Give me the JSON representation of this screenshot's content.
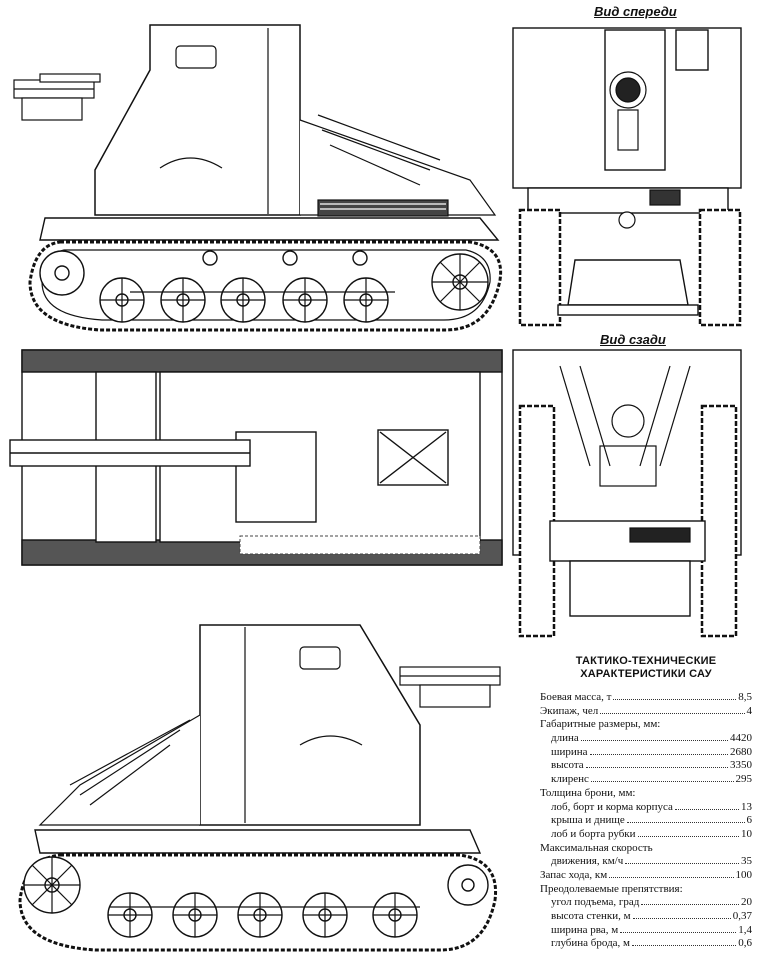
{
  "captions": {
    "front": "Вид спереди",
    "rear": "Вид сзади"
  },
  "spec": {
    "title_line1": "ТАКТИКО-ТЕХНИЧЕСКИЕ",
    "title_line2": "ХАРАКТЕРИСТИКИ САУ",
    "rows": [
      {
        "label": "Боевая масса, т",
        "value": "8,5",
        "indent": 0
      },
      {
        "label": "Экипаж, чел",
        "value": "4",
        "indent": 0
      },
      {
        "label": "Габаритные размеры, мм:",
        "value": "",
        "indent": 0
      },
      {
        "label": "длина",
        "value": "4420",
        "indent": 1
      },
      {
        "label": "ширина",
        "value": "2680",
        "indent": 1
      },
      {
        "label": "высота",
        "value": "3350",
        "indent": 1
      },
      {
        "label": "клиренс",
        "value": "295",
        "indent": 1
      },
      {
        "label": "Толщина брони, мм:",
        "value": "",
        "indent": 0
      },
      {
        "label": "лоб, борт и корма корпуса",
        "value": "13",
        "indent": 1
      },
      {
        "label": "крыша и днище",
        "value": "6",
        "indent": 1
      },
      {
        "label": "лоб и борта рубки",
        "value": "10",
        "indent": 1
      },
      {
        "label": "Максимальная скорость",
        "value": "",
        "indent": 0
      },
      {
        "label": "движения, км/ч",
        "value": "35",
        "indent": 1
      },
      {
        "label": "Запас хода, км",
        "value": "100",
        "indent": 0
      },
      {
        "label": "Преодолеваемые препятствия:",
        "value": "",
        "indent": 0
      },
      {
        "label": "угол подъема, град",
        "value": "20",
        "indent": 1
      },
      {
        "label": "высота стенки, м",
        "value": "0,37",
        "indent": 1
      },
      {
        "label": "ширина рва, м",
        "value": "1,4",
        "indent": 1
      },
      {
        "label": "глубина брода, м",
        "value": "0,6",
        "indent": 1
      }
    ]
  }
}
